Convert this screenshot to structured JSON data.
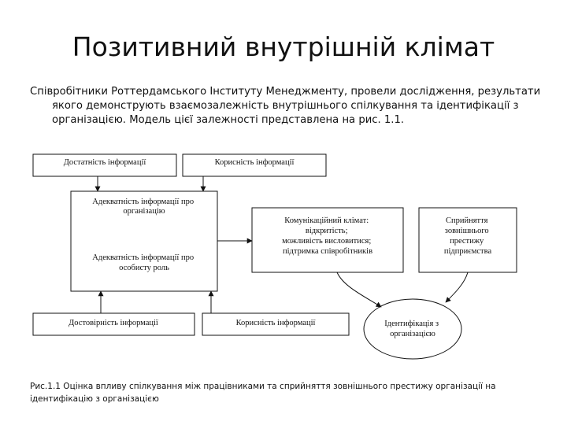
{
  "slide": {
    "title": "Позитивний внутрішній клімат",
    "intro": "Співробітники Роттердамського Інституту Менеджменту, провели дослідження, результати якого демонструють взаємозалежність внутрішнього спілкування та ідентифікації з організацією. Модель цієї залежності представлена на рис. 1.1.",
    "caption": "Рис.1.1 Оцінка впливу спілкування між працівниками та сприйняття зовнішнього престижу організації на ідентифікацію з організацією"
  },
  "diagram": {
    "sufficiency": "Достатність інформації",
    "usefulness_top": "Корисність інформації",
    "adequacy_org": [
      "Адекватність інформації про",
      "організацію"
    ],
    "adequacy_role": [
      "Адекватність інформації про",
      "особисту роль"
    ],
    "climate": [
      "Комунікаційний клімат:",
      "відкритість;",
      "можливість висловитися;",
      "підтримка співробітників"
    ],
    "prestige": [
      "Сприйняття",
      "зовнішнього",
      "престижу",
      "підприємства"
    ],
    "reliability": "Достовірність інформації",
    "usefulness_bottom": "Корисність інформації",
    "identification": [
      "Ідентифікація з",
      "організацією"
    ]
  }
}
